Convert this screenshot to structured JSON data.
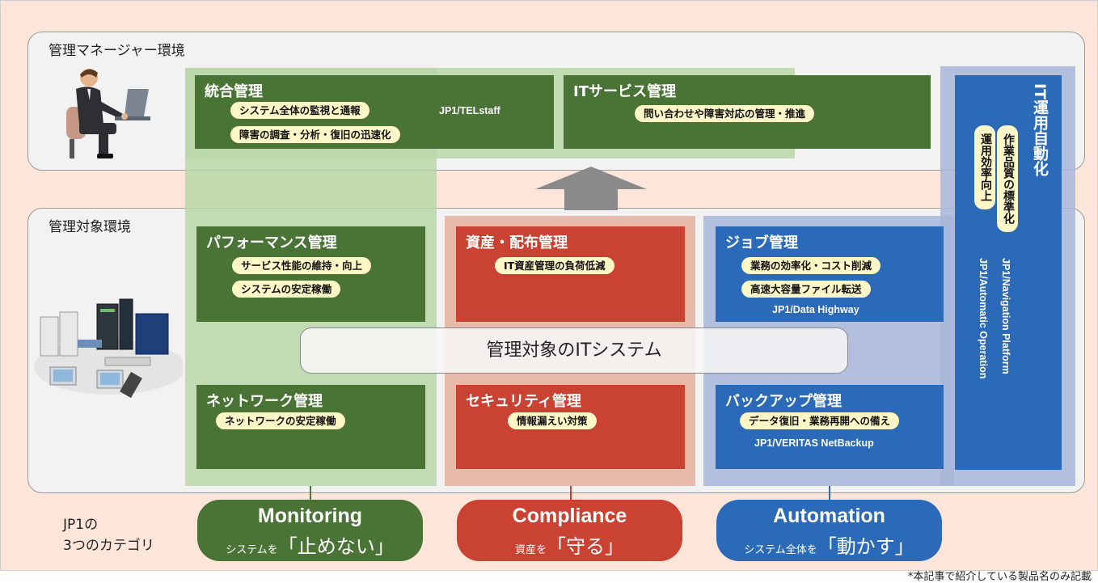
{
  "environments": {
    "manager": "管理マネージャー環境",
    "target": "管理対象環境"
  },
  "boxes": {
    "integrated": {
      "title": "統合管理",
      "items": [
        "システム全体の監視と通報",
        "障害の調査・分析・復旧の迅速化"
      ],
      "product": "JP1/TELstaff"
    },
    "itservice": {
      "title": "ITサービス管理",
      "items": [
        "問い合わせや障害対応の管理・推進"
      ]
    },
    "performance": {
      "title": "パフォーマンス管理",
      "items": [
        "サービス性能の維持・向上",
        "システムの安定稼働"
      ]
    },
    "asset": {
      "title": "資産・配布管理",
      "items": [
        "IT資産管理の負荷低減"
      ]
    },
    "job": {
      "title": "ジョブ管理",
      "items": [
        "業務の効率化・コスト削減",
        "高速大容量ファイル転送"
      ],
      "product": "JP1/Data Highway"
    },
    "network": {
      "title": "ネットワーク管理",
      "items": [
        "ネットワークの安定稼働"
      ]
    },
    "security": {
      "title": "セキュリティ管理",
      "items": [
        "情報漏えい対策"
      ]
    },
    "backup": {
      "title": "バックアップ管理",
      "items": [
        "データ復旧・業務再開への備え"
      ],
      "product": "JP1/VERITAS NetBackup"
    }
  },
  "center_label": "管理対象のITシステム",
  "automation_column": {
    "title": "IT運用自動化",
    "items": [
      "作業品質の標準化",
      "運用効率向上"
    ],
    "products": [
      "JP1/Navigation Platform",
      "JP1/Automatic Operation"
    ]
  },
  "categories_label": [
    "JP1の",
    "3つのカテゴリ"
  ],
  "categories": [
    {
      "name": "Monitoring",
      "sub_prefix": "システムを",
      "sub_main": "「止めない」",
      "color": "#4a7336"
    },
    {
      "name": "Compliance",
      "sub_prefix": "資産を",
      "sub_main": "「守る」",
      "color": "#c94232"
    },
    {
      "name": "Automation",
      "sub_prefix": "システム全体を",
      "sub_main": "「動かす」",
      "color": "#2a6ab9"
    }
  ],
  "footnote": "*本記事で紹介している製品名のみ記載",
  "colors": {
    "green": "#4a7336",
    "red": "#c94232",
    "blue": "#2a6ab9",
    "pill": "#fdf6c7",
    "background": "#fde6d9"
  }
}
